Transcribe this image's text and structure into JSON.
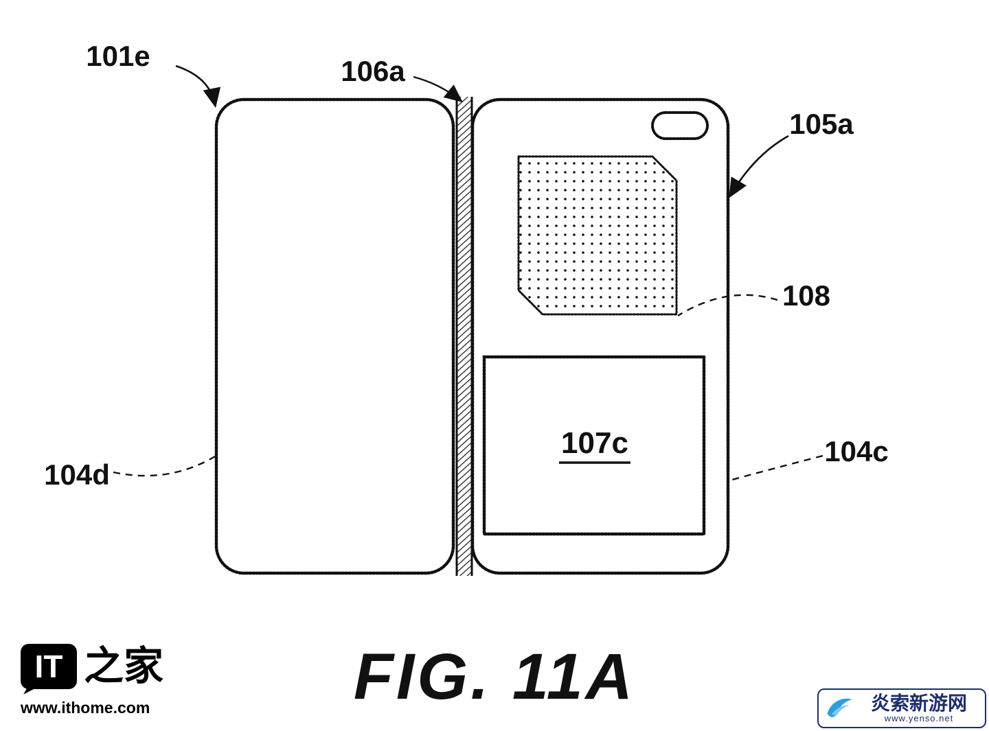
{
  "fig_title": "FIG. 11A",
  "labels": {
    "l101e": "101e",
    "l106a": "106a",
    "l105a": "105a",
    "l108": "108",
    "l104d": "104d",
    "l104c": "104c",
    "l107c": "107c"
  },
  "ithome": {
    "logo_it": "IT",
    "logo_suffix": "之家",
    "url": "www.ithome.com"
  },
  "yenso": {
    "name": "炎索新游网",
    "url": "www.yenso.net"
  },
  "colors": {
    "line": "#111111",
    "watermark_navy": "#1c2e6e",
    "watermark_blue": "#2b9fe0"
  }
}
